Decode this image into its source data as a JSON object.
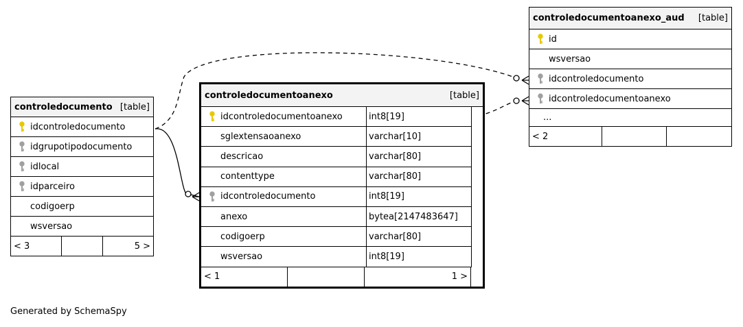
{
  "tables": {
    "controledocumento": {
      "name": "controledocumento",
      "kind": "[table]",
      "columns": [
        {
          "name": "idcontroledocumento",
          "key": "primary-key-icon"
        },
        {
          "name": "idgrupotipodocumento",
          "key": "foreign-key-icon"
        },
        {
          "name": "idlocal",
          "key": "foreign-key-icon"
        },
        {
          "name": "idparceiro",
          "key": "foreign-key-icon"
        },
        {
          "name": "codigoerp",
          "key": ""
        },
        {
          "name": "wsversao",
          "key": ""
        }
      ],
      "footer": {
        "left": "< 3",
        "middle": "",
        "right": "5 >"
      }
    },
    "controledocumentoanexo": {
      "name": "controledocumentoanexo",
      "kind": "[table]",
      "columns": [
        {
          "name": "idcontroledocumentoanexo",
          "type": "int8[19]",
          "key": "primary-key-icon"
        },
        {
          "name": "sglextensaoanexo",
          "type": "varchar[10]",
          "key": ""
        },
        {
          "name": "descricao",
          "type": "varchar[80]",
          "key": ""
        },
        {
          "name": "contenttype",
          "type": "varchar[80]",
          "key": ""
        },
        {
          "name": "idcontroledocumento",
          "type": "int8[19]",
          "key": "foreign-key-icon"
        },
        {
          "name": "anexo",
          "type": "bytea[2147483647]",
          "key": ""
        },
        {
          "name": "codigoerp",
          "type": "varchar[80]",
          "key": ""
        },
        {
          "name": "wsversao",
          "type": "int8[19]",
          "key": ""
        }
      ],
      "footer": {
        "left": "< 1",
        "middle": "",
        "right": "1 >"
      }
    },
    "controledocumentoanexo_aud": {
      "name": "controledocumentoanexo_aud",
      "kind": "[table]",
      "columns": [
        {
          "name": "id",
          "key": "primary-key-icon"
        },
        {
          "name": "wsversao",
          "key": ""
        },
        {
          "name": "idcontroledocumento",
          "key": "foreign-key-icon"
        },
        {
          "name": "idcontroledocumentoanexo",
          "key": "foreign-key-icon"
        },
        {
          "name": "...",
          "key": ""
        }
      ],
      "footer": {
        "left": "< 2",
        "middle": "",
        "right": ""
      }
    }
  },
  "credit": "Generated by SchemaSpy",
  "colors": {
    "primary_key": "#e8c800",
    "foreign_key": "#a0a0a0",
    "header_bg": "#f3f3f3",
    "line": "#000000"
  }
}
